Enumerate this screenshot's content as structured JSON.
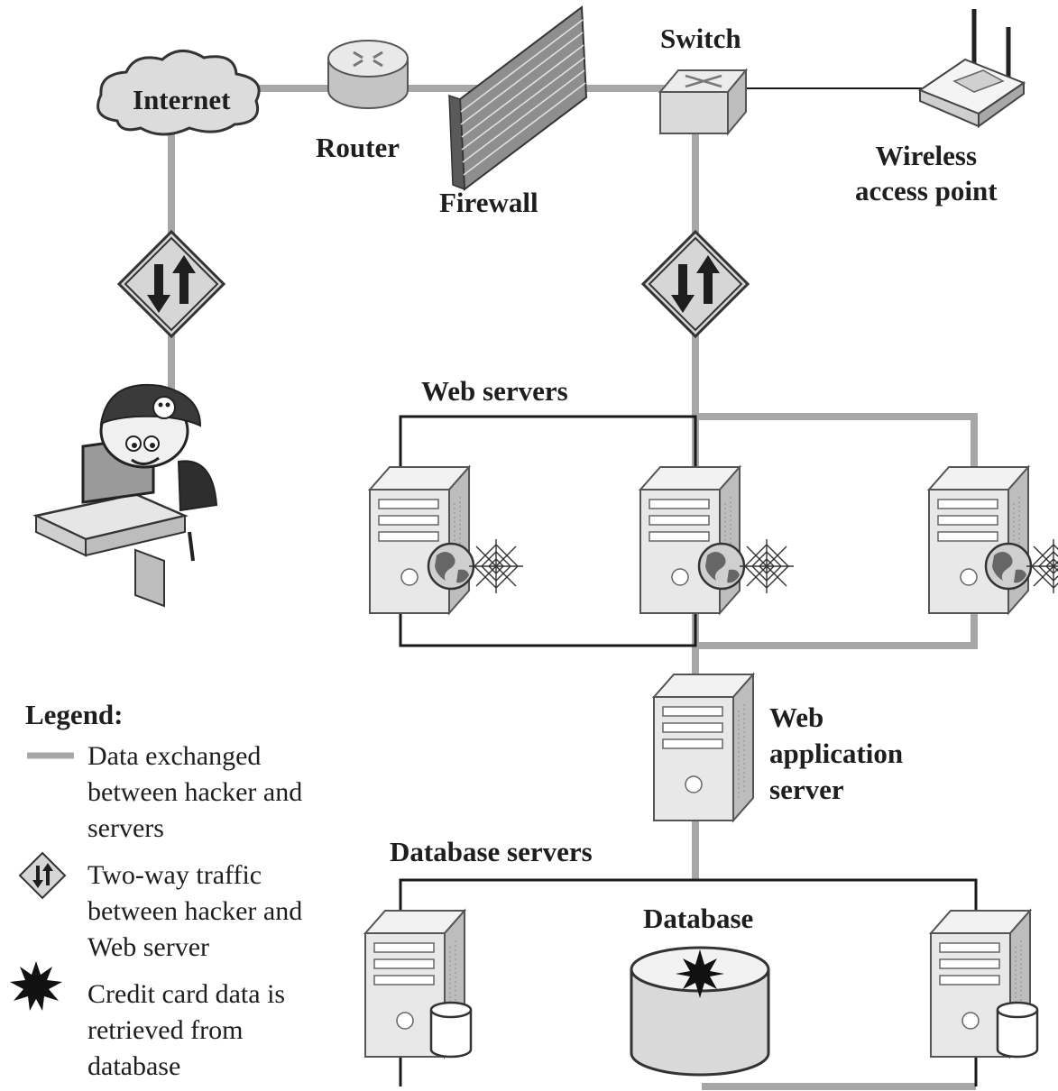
{
  "labels": {
    "internet": "Internet",
    "router": "Router",
    "firewall": "Firewall",
    "switch": "Switch",
    "wireless_line1": "Wireless",
    "wireless_line2": "access point",
    "web_servers": "Web servers",
    "web_app_line1": "Web",
    "web_app_line2": "application",
    "web_app_line3": "server",
    "database_servers": "Database servers",
    "database": "Database"
  },
  "legend": {
    "title": "Legend:",
    "items": [
      {
        "icon": "gray-line",
        "text": "Data exchanged between hacker and servers"
      },
      {
        "icon": "two-way-traffic-diamond",
        "text": "Two-way traffic between hacker and Web server"
      },
      {
        "icon": "starburst",
        "text": "Credit card data is retrieved from database"
      }
    ]
  },
  "colors": {
    "data_line": "#a7a7a7",
    "box_outline": "#1a1a1a",
    "ink": "#1e1e1e",
    "device_fill": "#e4e4e4"
  }
}
